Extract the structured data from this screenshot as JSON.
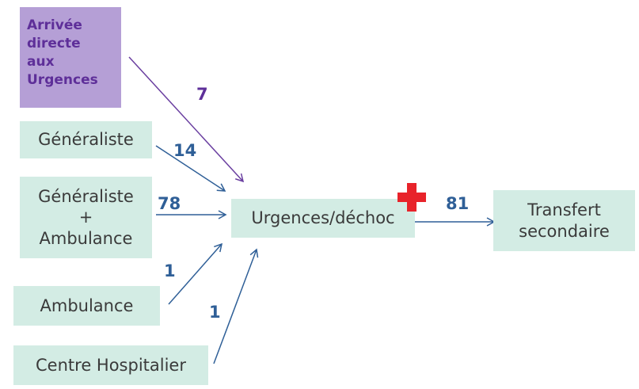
{
  "sources": {
    "direct": [
      "Arrivée",
      "directe",
      "aux",
      "Urgences"
    ],
    "generaliste": "Généraliste",
    "generaliste_ambulance": [
      "Généraliste",
      "+",
      "Ambulance"
    ],
    "ambulance": "Ambulance",
    "centre": "Centre Hospitalier"
  },
  "hub": "Urgences/déchoc",
  "destination": [
    "Transfert",
    "secondaire"
  ],
  "counts": {
    "direct": "7",
    "generaliste": "14",
    "generaliste_ambulance": "78",
    "ambulance": "1",
    "centre": "1",
    "transfert": "81"
  },
  "colors": {
    "teal_box": "#d3ece4",
    "purple_box": "#b59fd6",
    "purple_text": "#5e2f99",
    "blue_text": "#2f5f97",
    "red_cross": "#e8232a"
  },
  "icons": {
    "hub_marker": "red-cross-icon"
  }
}
